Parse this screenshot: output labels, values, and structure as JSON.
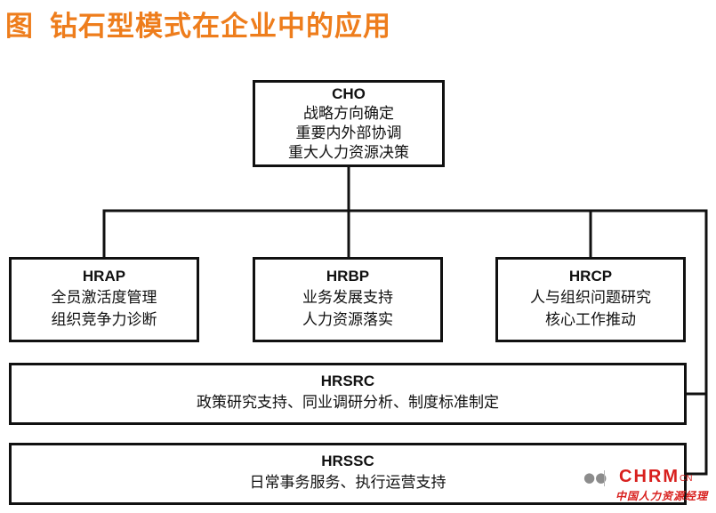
{
  "title": {
    "prefix": "图",
    "text": "钻石型模式在企业中的应用"
  },
  "colors": {
    "title": "#ee7d1c",
    "border": "#111111",
    "watermark": "#d8201e"
  },
  "nodes": {
    "cho": {
      "name": "CHO",
      "lines": [
        "战略方向确定",
        "重要内外部协调",
        "重大人力资源决策"
      ]
    },
    "hrap": {
      "name": "HRAP",
      "lines": [
        "全员激活度管理",
        "组织竞争力诊断"
      ]
    },
    "hrbp": {
      "name": "HRBP",
      "lines": [
        "业务发展支持",
        "人力资源落实"
      ]
    },
    "hrcp": {
      "name": "HRCP",
      "lines": [
        "人与组织问题研究",
        "核心工作推动"
      ]
    },
    "hrsrc": {
      "name": "HRSRC",
      "lines": [
        "政策研究支持、同业调研分析、制度标准制定"
      ]
    },
    "hrssc": {
      "name": "HRSSC",
      "lines": [
        "日常事务服务、执行运营支持"
      ]
    }
  },
  "watermark": {
    "icon": "wechat-icon",
    "logo": "CHRM",
    "logo_suffix": "CN",
    "subtitle": "中国人力资源经理"
  }
}
